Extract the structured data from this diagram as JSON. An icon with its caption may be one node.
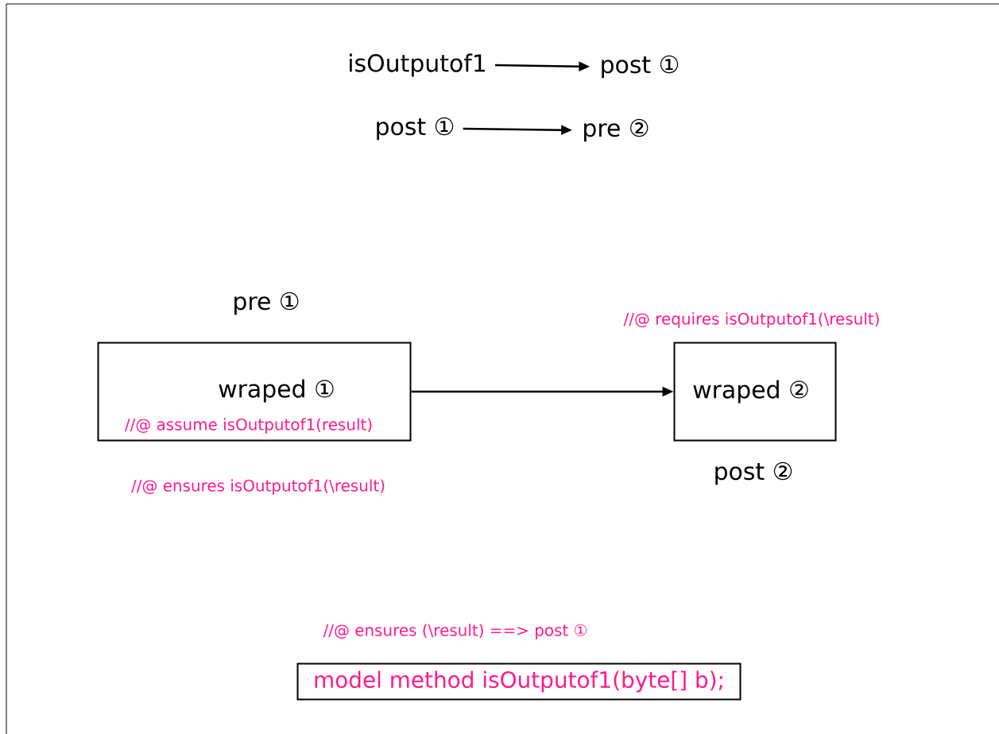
{
  "diagram": {
    "nodes": [
      {
        "text": [
          "isOutputof1"
        ]
      },
      {
        "text": [
          "post ①"
        ]
      },
      {
        "text": [
          "post ①"
        ]
      },
      {
        "text": [
          "pre ②"
        ]
      },
      {
        "text": [
          "wraped ①",
          "//@ assume isOutputof1(result)"
        ],
        "beside": [
          "pre ①",
          "//@ ensures isOutputof1(\\result)"
        ]
      },
      {
        "text": [
          "wraped ②"
        ],
        "beside": [
          "//@ requires isOutputof1(\\result)",
          "post ②"
        ]
      },
      {
        "text": [
          "model method isOutputof1(byte[] b);"
        ]
      }
    ],
    "edges": [
      {
        "from": 0,
        "to": 1,
        "arrow": "to"
      },
      {
        "from": 2,
        "to": 3,
        "arrow": "to"
      },
      {
        "from": 4,
        "to": 5,
        "arrow": "to"
      }
    ],
    "labels": [
      "//@ ensures (\\result) ==> post ①"
    ]
  }
}
